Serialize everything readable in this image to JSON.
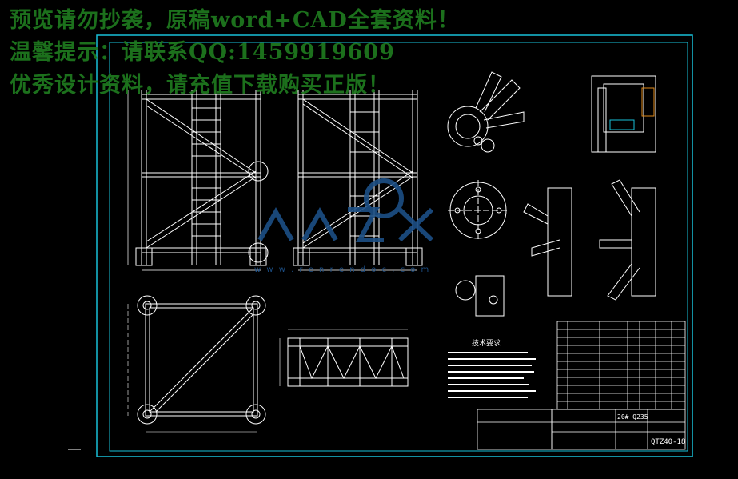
{
  "watermark": {
    "line1": "预览请勿抄袭，原稿word+CAD全套资料！",
    "line2": "温馨提示：请联系QQ:1459919609",
    "line3": "优秀设计资料，请充值下载购买正版！"
  },
  "logo": {
    "url_text": "w w w . r e n r e n d o c . c o m"
  },
  "title_block": {
    "material": "20# Q235",
    "drawing_no": "QTZ40-18"
  },
  "notes": {
    "heading": "技术要求"
  },
  "colors": {
    "background": "#000000",
    "frame": "#19c0d8",
    "lines": "#ffffff",
    "watermark": "#1f7a1f",
    "logo": "#1c4f86"
  }
}
